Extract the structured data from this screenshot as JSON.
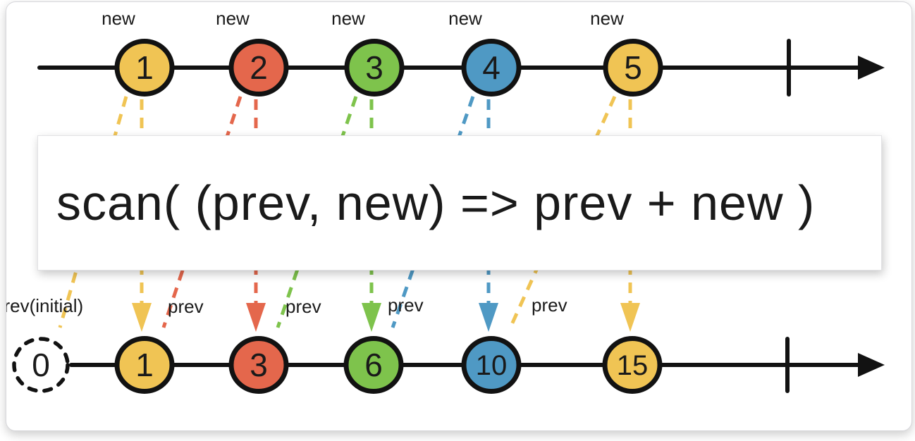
{
  "colors": {
    "yellow": "#F0C454",
    "red": "#E4674C",
    "green": "#7EC34C",
    "blue": "#4F99C4",
    "stroke": "#121212"
  },
  "operator_box": {
    "label": "scan( (prev, new) => prev + new )"
  },
  "source_stream": {
    "marbles": [
      {
        "value": "1",
        "color": "yellow",
        "label": "new"
      },
      {
        "value": "2",
        "color": "red",
        "label": "new"
      },
      {
        "value": "3",
        "color": "green",
        "label": "new"
      },
      {
        "value": "4",
        "color": "blue",
        "label": "new"
      },
      {
        "value": "5",
        "color": "yellow",
        "label": "new"
      }
    ]
  },
  "result_stream": {
    "initial_marble": {
      "value": "0",
      "label": "prev(initial)"
    },
    "marbles": [
      {
        "value": "1",
        "color": "yellow",
        "prev_label": "prev"
      },
      {
        "value": "3",
        "color": "red",
        "prev_label": "prev"
      },
      {
        "value": "6",
        "color": "green",
        "prev_label": "prev"
      },
      {
        "value": "10",
        "color": "blue",
        "prev_label": "prev"
      },
      {
        "value": "15",
        "color": "yellow",
        "prev_label": ""
      }
    ]
  }
}
